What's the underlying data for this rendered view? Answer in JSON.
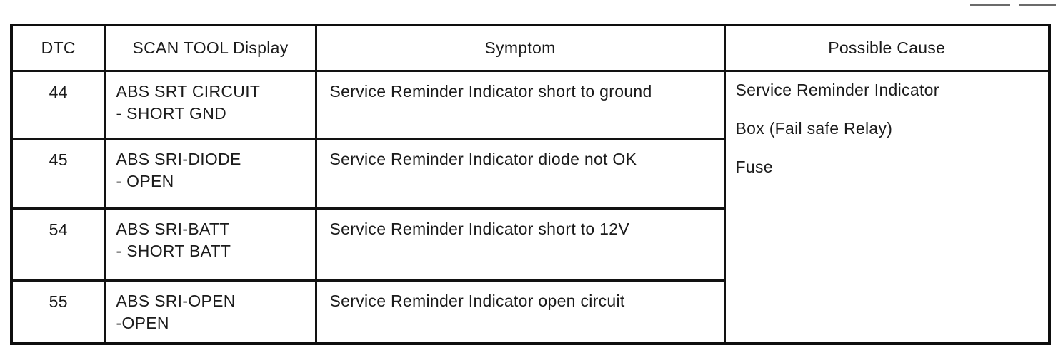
{
  "table": {
    "headers": [
      "DTC",
      "SCAN TOOL Display",
      "Symptom",
      "Possible Cause"
    ],
    "rows": [
      {
        "dtc": "44",
        "scan_tool_display": [
          "ABS SRT CIRCUIT",
          "- SHORT GND"
        ],
        "symptom": "Service Reminder Indicator short to ground"
      },
      {
        "dtc": "45",
        "scan_tool_display": [
          "ABS SRI-DIODE",
          "- OPEN"
        ],
        "symptom": "Service Reminder Indicator diode not OK"
      },
      {
        "dtc": "54",
        "scan_tool_display": [
          "ABS SRI-BATT",
          "- SHORT BATT"
        ],
        "symptom": "Service Reminder Indicator short to 12V"
      },
      {
        "dtc": "55",
        "scan_tool_display": [
          "ABS SRI-OPEN",
          "-OPEN"
        ],
        "symptom": "Service Reminder Indicator open circuit"
      }
    ],
    "possible_cause": [
      "Service Reminder Indicator",
      "Box (Fail safe Relay)",
      "Fuse"
    ]
  }
}
